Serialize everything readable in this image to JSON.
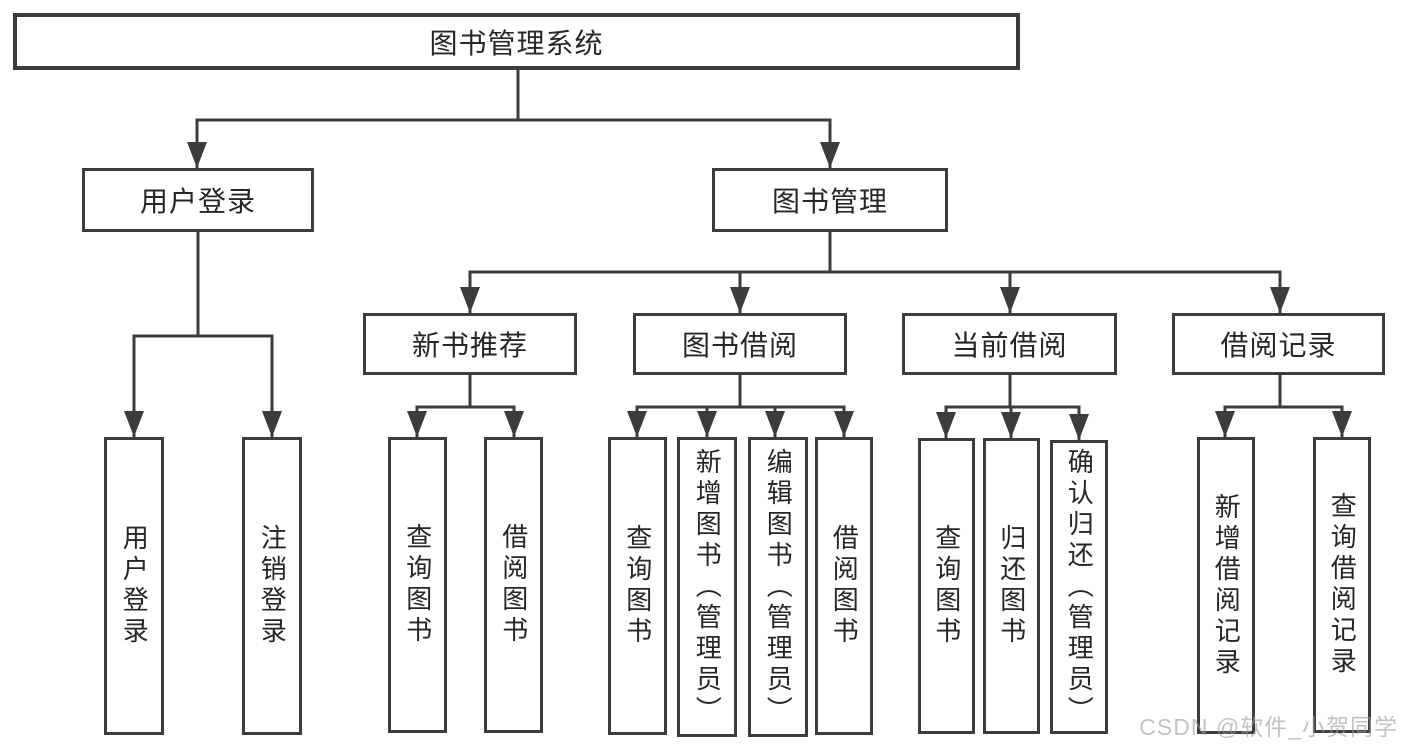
{
  "diagram": {
    "type": "hierarchy-flowchart",
    "tree": {
      "root": "图书管理系统",
      "children": [
        {
          "label": "用户登录",
          "children": [
            "用户登录",
            "注销登录"
          ]
        },
        {
          "label": "图书管理",
          "children": [
            {
              "label": "新书推荐",
              "children": [
                "查询图书",
                "借阅图书"
              ]
            },
            {
              "label": "图书借阅",
              "children": [
                "查询图书",
                "新增图书（管理员）",
                "编辑图书（管理员）",
                "借阅图书"
              ]
            },
            {
              "label": "当前借阅",
              "children": [
                "查询图书",
                "归还图书",
                "确认归还（管理员）"
              ]
            },
            {
              "label": "借阅记录",
              "children": [
                "新增借阅记录",
                "查询借阅记录"
              ]
            }
          ]
        }
      ]
    },
    "colors": {
      "line": "#3c3c3c",
      "text": "#262626",
      "background": "#ffffff",
      "watermark": "#9e9e9e"
    }
  },
  "watermark": {
    "text": "CSDN @软件_小贺同学"
  }
}
